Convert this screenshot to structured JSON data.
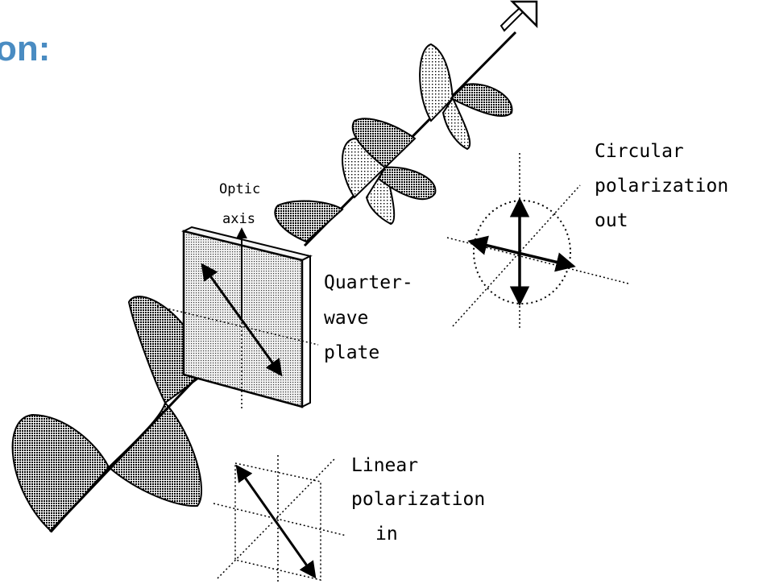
{
  "heading_fragment": "on:",
  "labels": {
    "optic_axis": [
      "Optic",
      "axis"
    ],
    "plate": [
      "Quarter-",
      "wave",
      "plate"
    ],
    "circular": [
      "Circular",
      "polarization",
      "out"
    ],
    "linear": [
      "Linear",
      "polarization",
      "in"
    ]
  },
  "colors": {
    "heading": "#4a8cc2",
    "ink": "#000000",
    "dense_fill": "#666666",
    "dotted_fill": "#d8d8d8",
    "plate_fill": "#d0d0d0"
  }
}
